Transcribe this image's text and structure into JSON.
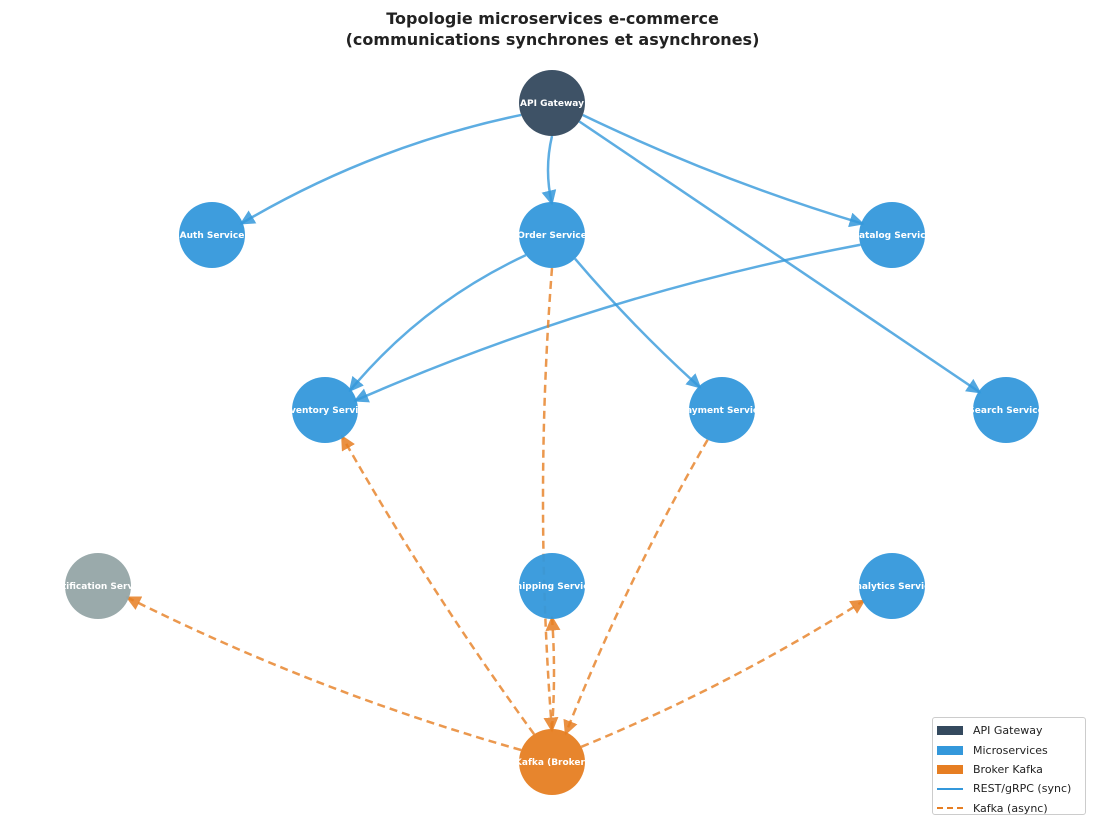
{
  "title": {
    "line1": "Topologie microservices e-commerce",
    "line2": "(communications synchrones et asynchrones)"
  },
  "colors": {
    "gateway": "#34495e",
    "microservice": "#3498db",
    "kafka": "#e67e22",
    "inactive": "#95a5a6",
    "sync_edge": "#3498db",
    "async_edge": "#e67e22"
  },
  "nodes": [
    {
      "id": "gateway",
      "label": "API Gateway",
      "type": "gateway"
    },
    {
      "id": "auth",
      "label": "Auth Service",
      "type": "microservice"
    },
    {
      "id": "order",
      "label": "Order Service",
      "type": "microservice"
    },
    {
      "id": "catalog",
      "label": "Catalog Service",
      "type": "microservice"
    },
    {
      "id": "inventory",
      "label": "Inventory Service",
      "type": "microservice"
    },
    {
      "id": "payment",
      "label": "Payment Service",
      "type": "microservice"
    },
    {
      "id": "search",
      "label": "Search Service",
      "type": "microservice"
    },
    {
      "id": "notification",
      "label": "Notification Service",
      "type": "inactive"
    },
    {
      "id": "shipping",
      "label": "Shipping Service",
      "type": "microservice"
    },
    {
      "id": "analytics",
      "label": "Analytics Service",
      "type": "microservice"
    },
    {
      "id": "kafka",
      "label": "Kafka (Broker)",
      "type": "kafka"
    }
  ],
  "edges": [
    {
      "from": "gateway",
      "to": "auth",
      "kind": "sync"
    },
    {
      "from": "gateway",
      "to": "order",
      "kind": "sync"
    },
    {
      "from": "gateway",
      "to": "catalog",
      "kind": "sync"
    },
    {
      "from": "gateway",
      "to": "search",
      "kind": "sync"
    },
    {
      "from": "order",
      "to": "inventory",
      "kind": "sync"
    },
    {
      "from": "order",
      "to": "payment",
      "kind": "sync"
    },
    {
      "from": "catalog",
      "to": "inventory",
      "kind": "sync"
    },
    {
      "from": "order",
      "to": "kafka",
      "kind": "async"
    },
    {
      "from": "payment",
      "to": "kafka",
      "kind": "async"
    },
    {
      "from": "kafka",
      "to": "inventory",
      "kind": "async"
    },
    {
      "from": "kafka",
      "to": "shipping",
      "kind": "async"
    },
    {
      "from": "kafka",
      "to": "notification",
      "kind": "async"
    },
    {
      "from": "kafka",
      "to": "analytics",
      "kind": "async"
    }
  ],
  "legend": [
    {
      "label": "API Gateway",
      "kind": "box",
      "color": "#34495e"
    },
    {
      "label": "Microservices",
      "kind": "box",
      "color": "#3498db"
    },
    {
      "label": "Broker Kafka",
      "kind": "box",
      "color": "#e67e22"
    },
    {
      "label": "REST/gRPC (sync)",
      "kind": "line",
      "color": "#3498db"
    },
    {
      "label": "Kafka (async)",
      "kind": "dash",
      "color": "#e67e22"
    }
  ]
}
